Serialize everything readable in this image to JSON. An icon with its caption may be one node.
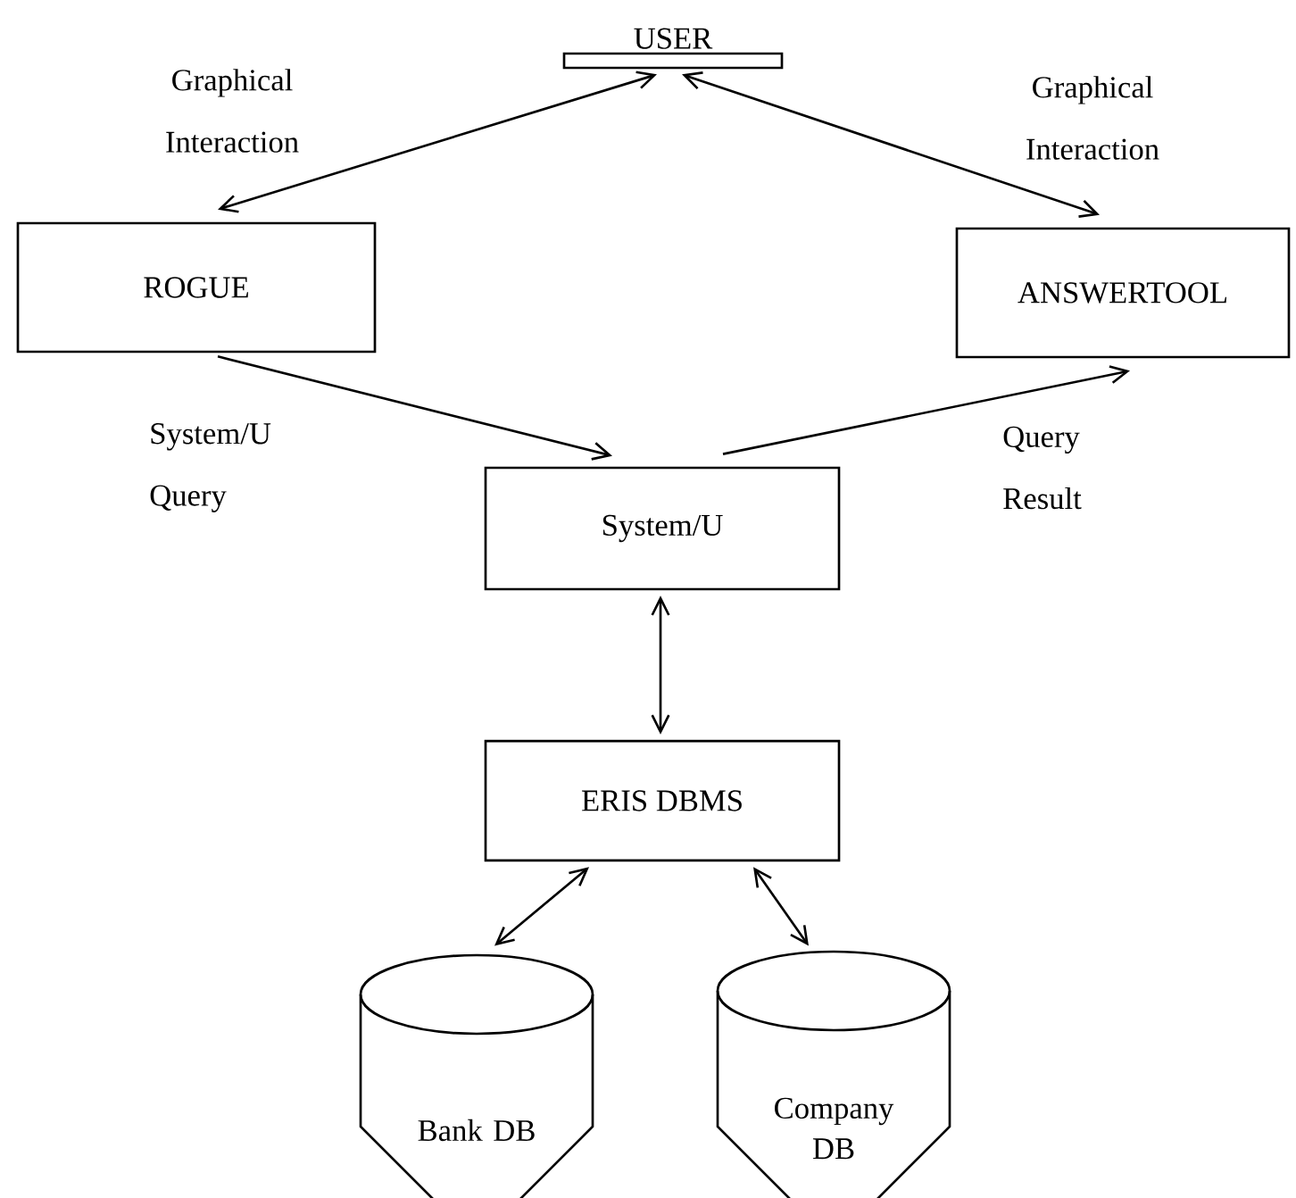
{
  "diagram": {
    "nodes": [
      {
        "text": [
          "USER"
        ]
      },
      {
        "text": [
          "ROGUE"
        ]
      },
      {
        "text": [
          "ANSWERTOOL"
        ]
      },
      {
        "text": [
          "System/U"
        ]
      },
      {
        "text": [
          "ERIS DBMS"
        ]
      },
      {
        "text": [
          "Bank DB"
        ]
      },
      {
        "text": [
          "Company DB"
        ]
      }
    ],
    "edges": [
      {
        "from": 0,
        "to": 1,
        "arrow": "both",
        "label": "Graphical Interaction"
      },
      {
        "from": 0,
        "to": 2,
        "arrow": "both",
        "label": "Graphical Interaction"
      },
      {
        "from": 1,
        "to": 3,
        "arrow": "to",
        "label": "System/U Query"
      },
      {
        "from": 3,
        "to": 2,
        "arrow": "to",
        "label": "Query Result"
      },
      {
        "from": 3,
        "to": 4,
        "arrow": "both"
      },
      {
        "from": 4,
        "to": 5,
        "arrow": "both"
      },
      {
        "from": 4,
        "to": 6,
        "arrow": "both"
      }
    ]
  }
}
